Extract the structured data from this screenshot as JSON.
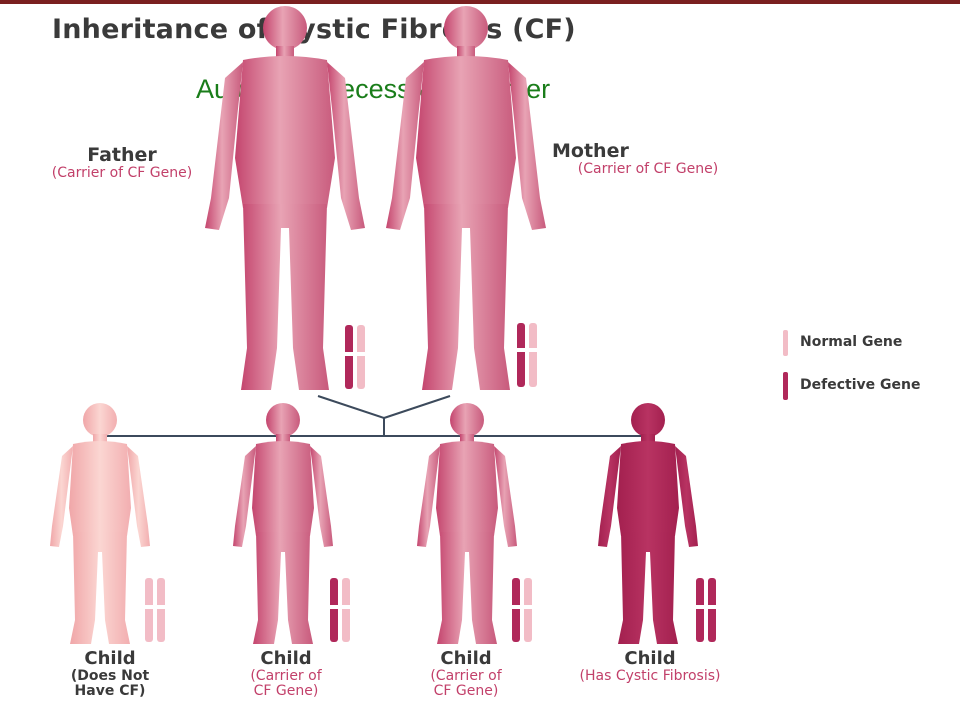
{
  "title": "Inheritance of Cystic Fibrosis (CF)",
  "subtitle": "Autosomal recessive disorder",
  "colors": {
    "normal_gene": "#f2bcc6",
    "defective_gene": "#b0285a",
    "line": "#3c4a5c",
    "subtitle": "#1a7d1a"
  },
  "parents": [
    {
      "name": "Father",
      "status": "(Carrier of CF Gene)"
    },
    {
      "name": "Mother",
      "status": "(Carrier of CF Gene)"
    }
  ],
  "children": [
    {
      "name": "Child",
      "status_line1": "(Does Not",
      "status_line2": "Have CF)"
    },
    {
      "name": "Child",
      "status_line1": "(Carrier of",
      "status_line2": "CF Gene)"
    },
    {
      "name": "Child",
      "status_line1": "(Carrier of",
      "status_line2": "CF Gene)"
    },
    {
      "name": "Child",
      "status_line1": "(Has Cystic Fibrosis)",
      "status_line2": ""
    }
  ],
  "legend": [
    {
      "label": "Normal Gene"
    },
    {
      "label": "Defective Gene"
    }
  ]
}
